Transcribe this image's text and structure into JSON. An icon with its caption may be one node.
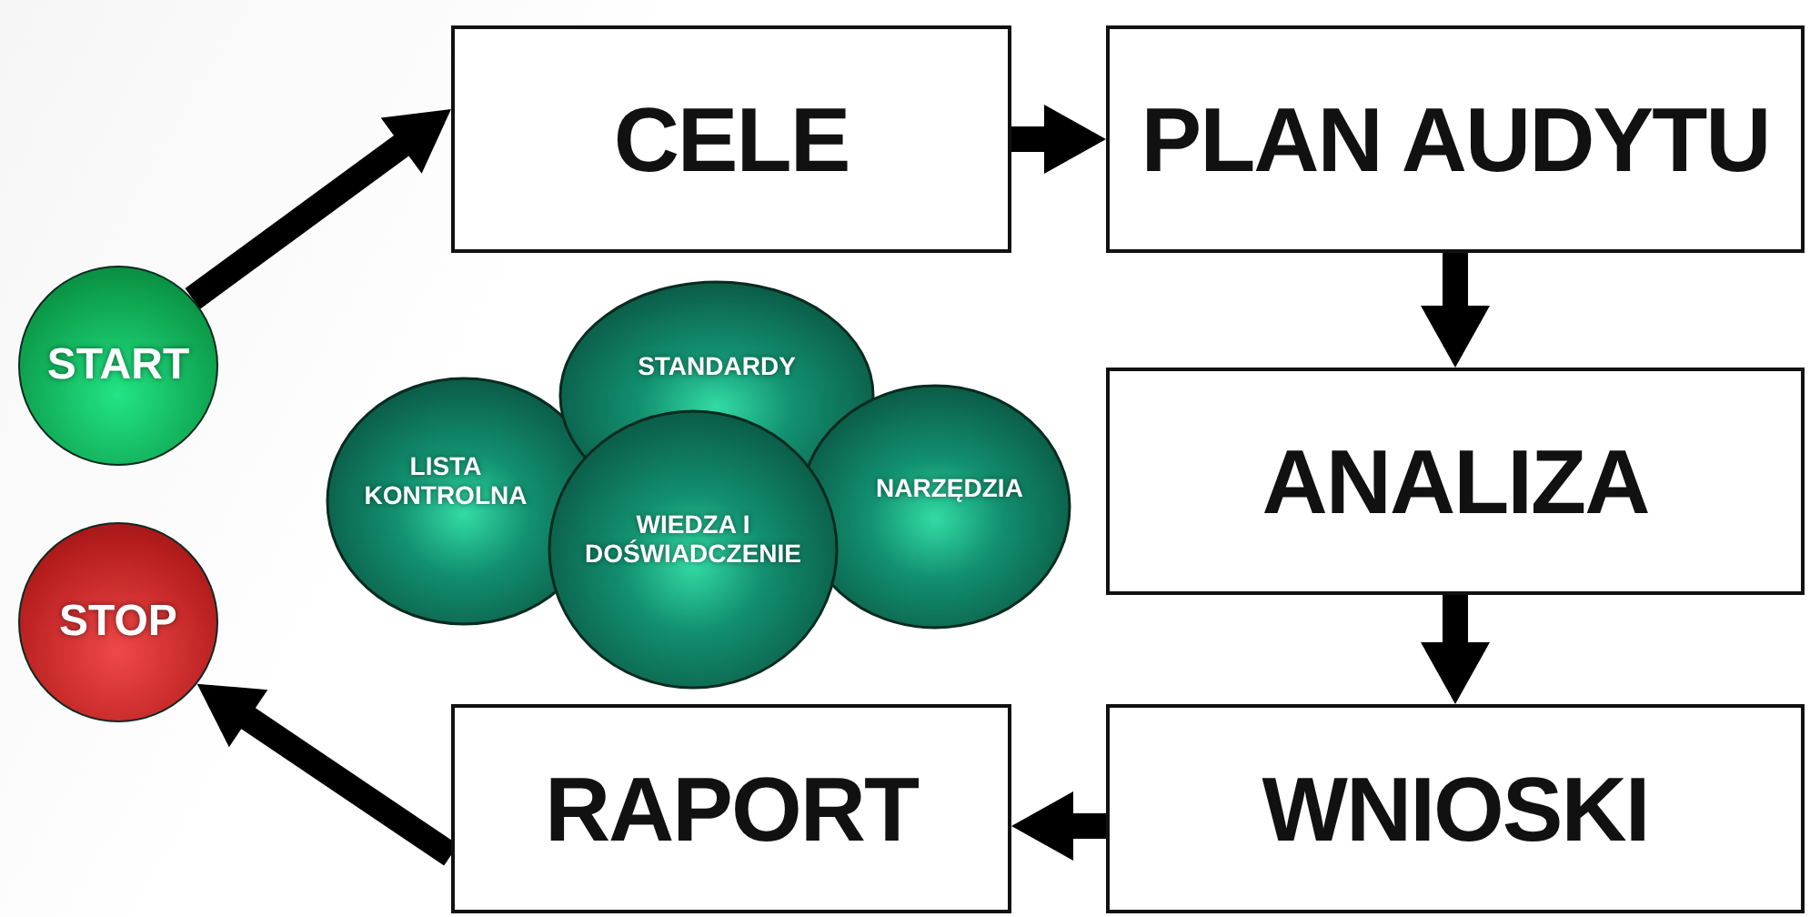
{
  "diagram": {
    "nodes": [
      {
        "text": [
          "START"
        ]
      },
      {
        "text": [
          "CELE"
        ]
      },
      {
        "text": [
          "PLAN AUDYTU"
        ]
      },
      {
        "text": [
          "ANALIZA"
        ]
      },
      {
        "text": [
          "WNIOSKI"
        ]
      },
      {
        "text": [
          "RAPORT"
        ]
      },
      {
        "text": [
          "STOP"
        ]
      },
      {
        "text": [
          "LISTA KONTROLNA"
        ]
      },
      {
        "text": [
          "STANDARDY"
        ]
      },
      {
        "text": [
          "NARZĘDZIA"
        ]
      },
      {
        "text": [
          "WIEDZA I DOŚWIADCZENIE"
        ]
      }
    ],
    "edges": [
      {
        "from": 0,
        "to": 1,
        "arrow": "to"
      },
      {
        "from": 1,
        "to": 2,
        "arrow": "to"
      },
      {
        "from": 2,
        "to": 3,
        "arrow": "to"
      },
      {
        "from": 3,
        "to": 4,
        "arrow": "to"
      },
      {
        "from": 4,
        "to": 5,
        "arrow": "to"
      },
      {
        "from": 5,
        "to": 6,
        "arrow": "to"
      }
    ]
  }
}
